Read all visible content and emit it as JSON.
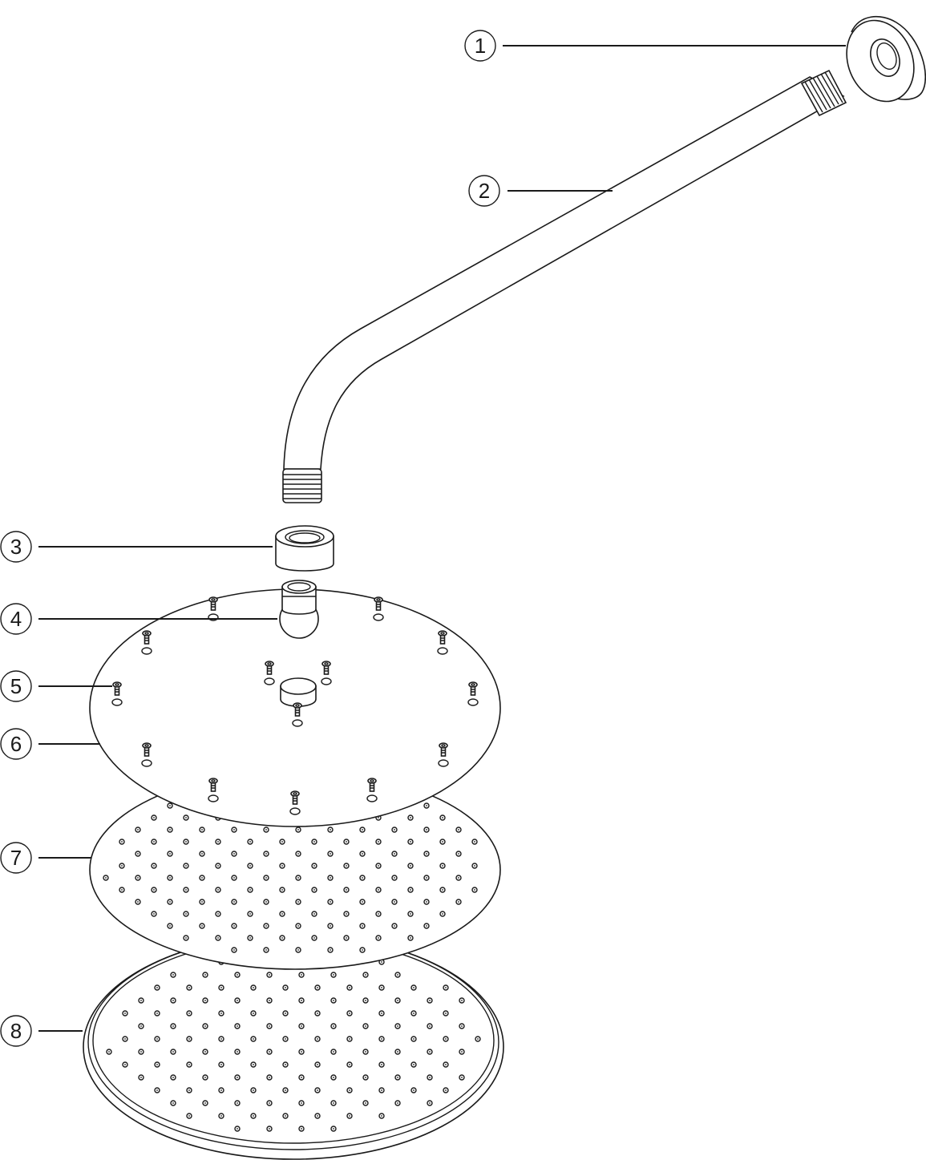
{
  "callouts": [
    {
      "label": "1",
      "part": "wall-flange"
    },
    {
      "label": "2",
      "part": "shower-arm"
    },
    {
      "label": "3",
      "part": "reducer-nut"
    },
    {
      "label": "4",
      "part": "ball-joint"
    },
    {
      "label": "5",
      "part": "screw"
    },
    {
      "label": "6",
      "part": "back-plate"
    },
    {
      "label": "7",
      "part": "nozzle-plate"
    },
    {
      "label": "8",
      "part": "front-cover"
    }
  ],
  "colors": {
    "line": "#1a1a1a",
    "background": "#ffffff"
  }
}
